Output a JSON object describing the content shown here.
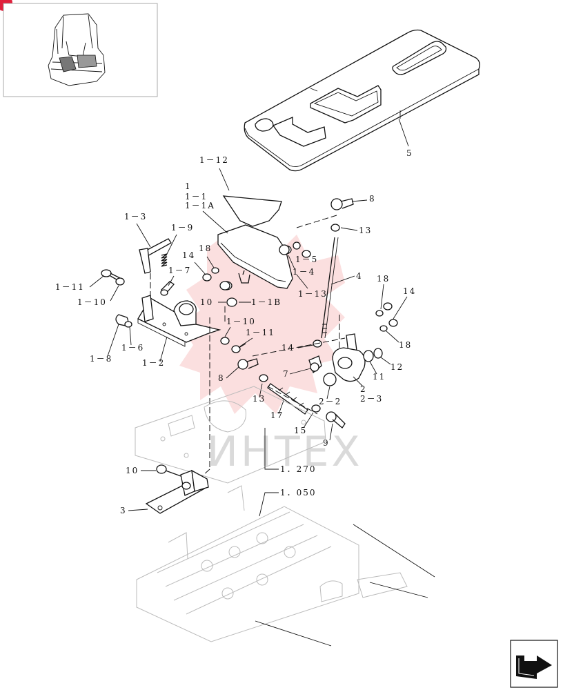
{
  "watermark": {
    "text": "ИНТЕХ"
  },
  "callouts": {
    "c5": "5",
    "c1_12": "1－12",
    "c1": "1",
    "c1_1": "1－1",
    "c1_1A": "1－1A",
    "c8a": "8",
    "c13a": "13",
    "c1_3": "1－3",
    "c1_9": "1－9",
    "c18a": "18",
    "c14a": "14",
    "c1_5": "1－5",
    "c1_4": "1－4",
    "c4": "4",
    "c18b": "18",
    "c14b": "14",
    "c1_11a": "1－11",
    "c1_7": "1－7",
    "c1_13": "1－13",
    "c1_10a": "1－10",
    "c10a": "10",
    "c1_1B": "1－1B",
    "c1_10b": "1－10",
    "c1_11b": "1－11",
    "c18c": "18",
    "c14c": "14",
    "c12": "12",
    "c11": "11",
    "c1_8": "1－8",
    "c1_6": "1－6",
    "c1_2": "1－2",
    "c8b": "8",
    "c7": "7",
    "c2": "2",
    "c2_3": "2－3",
    "c2_2": "2－2",
    "c13b": "13",
    "c17": "17",
    "c15": "15",
    "c9": "9",
    "c1_270": "1．270",
    "c10b": "10",
    "c1_050": "1．050",
    "c3": "3"
  },
  "icons": {
    "thumbnail": "excavator-cab-thumbnail",
    "nav": "next-page-arrow-icon"
  },
  "colors": {
    "line": "#111111",
    "ghost": "#bbbbbb",
    "watermark": "#e83a3a",
    "badge": "#e0203c"
  }
}
